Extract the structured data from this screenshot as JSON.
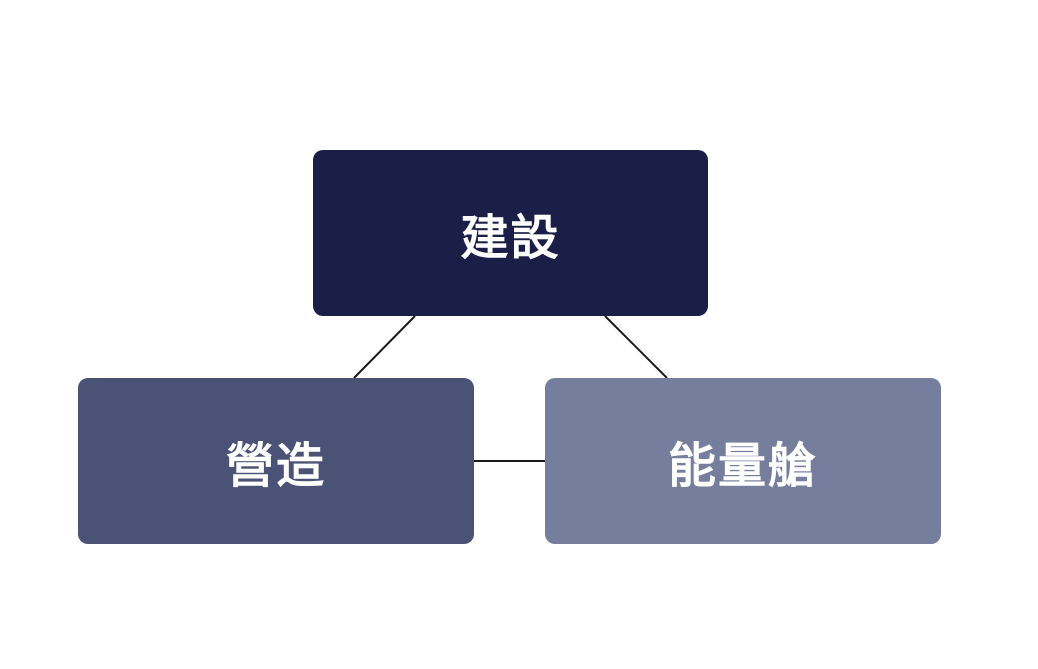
{
  "diagram": {
    "nodes": {
      "top": {
        "label": "建設",
        "color": "#1b1f48"
      },
      "left": {
        "label": "營造",
        "color": "#4a5276"
      },
      "right": {
        "label": "能量艙",
        "color": "#767e9e"
      }
    },
    "edges": [
      {
        "from": "top",
        "to": "left"
      },
      {
        "from": "top",
        "to": "right"
      },
      {
        "from": "left",
        "to": "right"
      }
    ]
  }
}
